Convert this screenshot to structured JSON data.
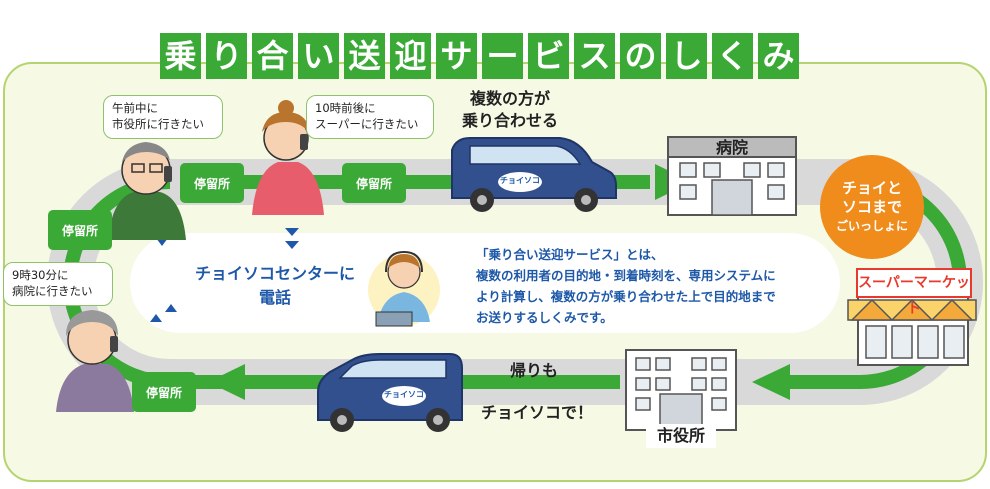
{
  "title": "乗り合い送迎サービスのしくみ",
  "title_chars": [
    "乗",
    "り",
    "合",
    "い",
    "送",
    "迎",
    "サ",
    "ー",
    "ビ",
    "ス",
    "の",
    "し",
    "く",
    "み"
  ],
  "stops": {
    "stop1": "停留所",
    "stop2": "停留所",
    "stop3": "停留所",
    "stop4": "停留所"
  },
  "bubbles": {
    "man": [
      "午前中に",
      "市役所に行きたい"
    ],
    "woman": [
      "10時前後に",
      "スーパーに行きたい"
    ],
    "elder": [
      "9時30分に",
      "病院に行きたい"
    ]
  },
  "share": [
    "複数の方が",
    "乗り合わせる"
  ],
  "return": {
    "line1": "帰りも",
    "line2": "チョイソコで！"
  },
  "hospital": "病院",
  "city_hall": "市役所",
  "supermarket": "スーパーマーケット",
  "choisoko_badge": {
    "line1": "チョイと",
    "line2": "ソコまで",
    "line3": "ごいっしょに"
  },
  "center": {
    "line1": "チョイソコセンターに",
    "line2": "電話"
  },
  "explanation": [
    "「乗り合い送迎サービス」とは、",
    "複数の利用者の目的地・到着時刻を、専用システムに",
    "より計算し、複数の方が乗り合わせた上で目的地まで",
    "お送りするしくみです。"
  ],
  "van_logo": "チョイソコ",
  "colors": {
    "green": "#3aa935",
    "route_gray": "#d9d9d9",
    "panel": "#f6f9e4",
    "panel_border": "#b5d36e",
    "blue": "#1e58a8",
    "orange": "#ef8c1c",
    "van": "#324f8e"
  }
}
